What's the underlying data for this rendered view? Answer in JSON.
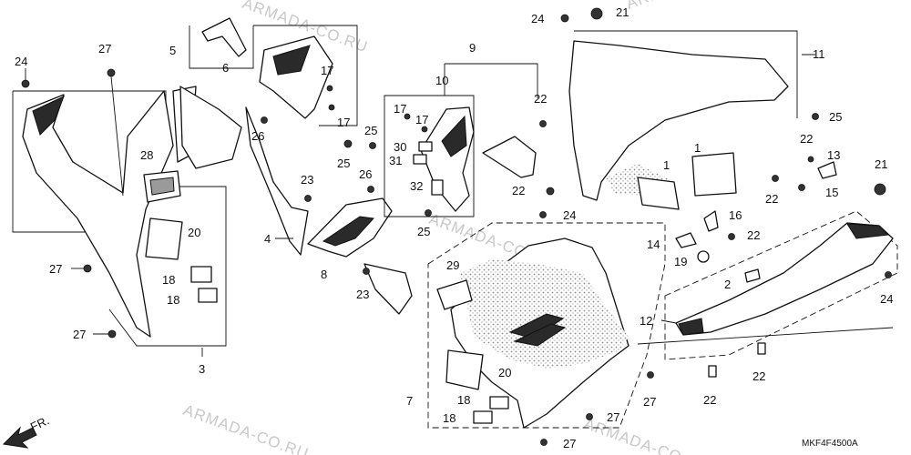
{
  "watermark_text": "ARMADA-CO.RU",
  "diagram_code": "MKF4F4500A",
  "front_label": "FR.",
  "callouts": {
    "c1a": "1",
    "c1b": "1",
    "c2": "2",
    "c3": "3",
    "c4": "4",
    "c5": "5",
    "c6": "6",
    "c7": "7",
    "c8": "8",
    "c9": "9",
    "c10": "10",
    "c11": "11",
    "c12": "12",
    "c13": "13",
    "c14": "14",
    "c15": "15",
    "c16": "16",
    "c17a": "17",
    "c17b": "17",
    "c17c": "17",
    "c17d": "17",
    "c18a": "18",
    "c18b": "18",
    "c18c": "18",
    "c18d": "18",
    "c19": "19",
    "c20a": "20",
    "c20b": "20",
    "c21a": "21",
    "c21b": "21",
    "c22a": "22",
    "c22b": "22",
    "c22c": "22",
    "c22d": "22",
    "c22e": "22",
    "c22f": "22",
    "c22g": "22",
    "c23a": "23",
    "c23b": "23",
    "c24a": "24",
    "c24b": "24",
    "c24c": "24",
    "c24d": "24",
    "c25a": "25",
    "c25b": "25",
    "c25c": "25",
    "c25d": "25",
    "c26a": "26",
    "c26b": "26",
    "c27a": "27",
    "c27b": "27",
    "c27c": "27",
    "c27d": "27",
    "c27e": "27",
    "c27f": "27",
    "c28": "28",
    "c29": "29",
    "c30": "30",
    "c31": "31",
    "c32": "32"
  }
}
